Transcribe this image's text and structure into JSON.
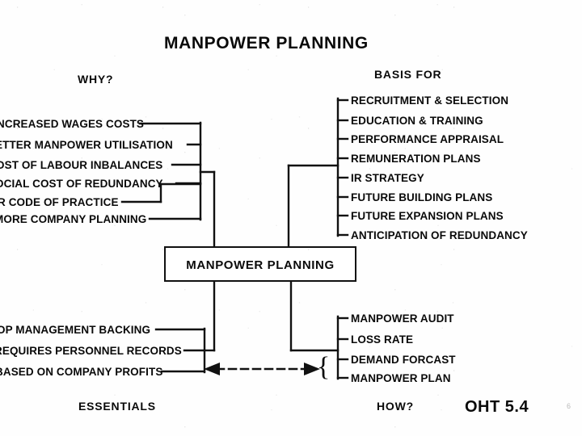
{
  "document": {
    "title": "MANPOWER PLANNING",
    "slide_ref": "OHT 5.4",
    "corner_mark": "6"
  },
  "center_node": {
    "label": "MANPOWER PLANNING"
  },
  "quadrants": {
    "why": {
      "heading": "WHY?",
      "items": [
        "NCREASED WAGES COSTS",
        "ETTER MANPOWER UTILISATION",
        "OST OF LABOUR INBALANCES",
        "OCIAL COST OF REDUNDANCY",
        "R CODE OF PRACTICE",
        "MORE COMPANY PLANNING"
      ]
    },
    "basis_for": {
      "heading": "BASIS FOR",
      "items": [
        "RECRUITMENT & SELECTION",
        "EDUCATION & TRAINING",
        "PERFORMANCE APPRAISAL",
        "REMUNERATION PLANS",
        "IR STRATEGY",
        "FUTURE BUILDING PLANS",
        "FUTURE EXPANSION PLANS",
        "ANTICIPATION OF REDUNDANCY"
      ]
    },
    "essentials": {
      "heading": "ESSENTIALS",
      "items": [
        "OP MANAGEMENT BACKING",
        "REQUIRES PERSONNEL RECORDS",
        "BASED ON COMPANY PROFITS"
      ]
    },
    "how": {
      "heading": "HOW?",
      "items": [
        "MANPOWER AUDIT",
        "LOSS RATE",
        "DEMAND FORCAST",
        "MANPOWER PLAN"
      ],
      "brace": "{"
    }
  },
  "colors": {
    "ink": "#0a0a0a",
    "paper": "#fefefe"
  }
}
